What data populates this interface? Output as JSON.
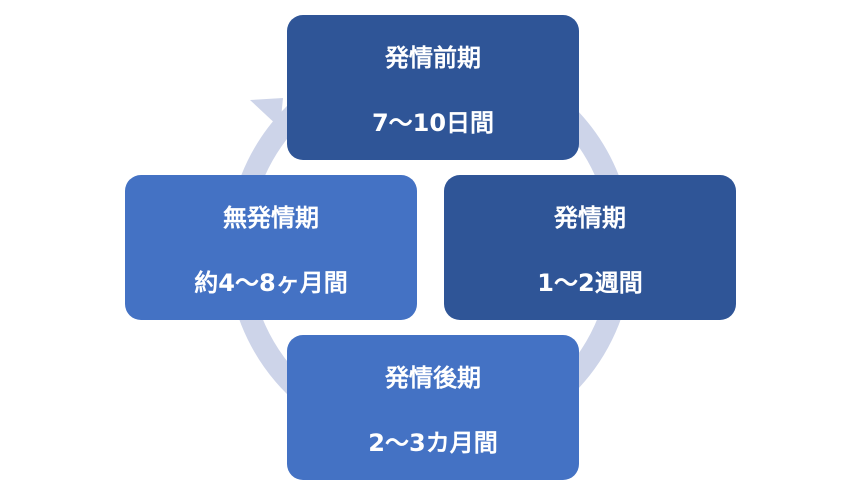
{
  "colors": {
    "dark": "#2F5597",
    "light": "#4472C4",
    "ring": "#CDD4E9"
  },
  "phases": [
    {
      "title": "発情前期",
      "duration": "7～10日間"
    },
    {
      "title": "発情期",
      "duration": "1～2週間"
    },
    {
      "title": "発情後期",
      "duration": "2～3カ月間"
    },
    {
      "title": "無発情期",
      "duration": "約4～8ヶ月間"
    }
  ]
}
